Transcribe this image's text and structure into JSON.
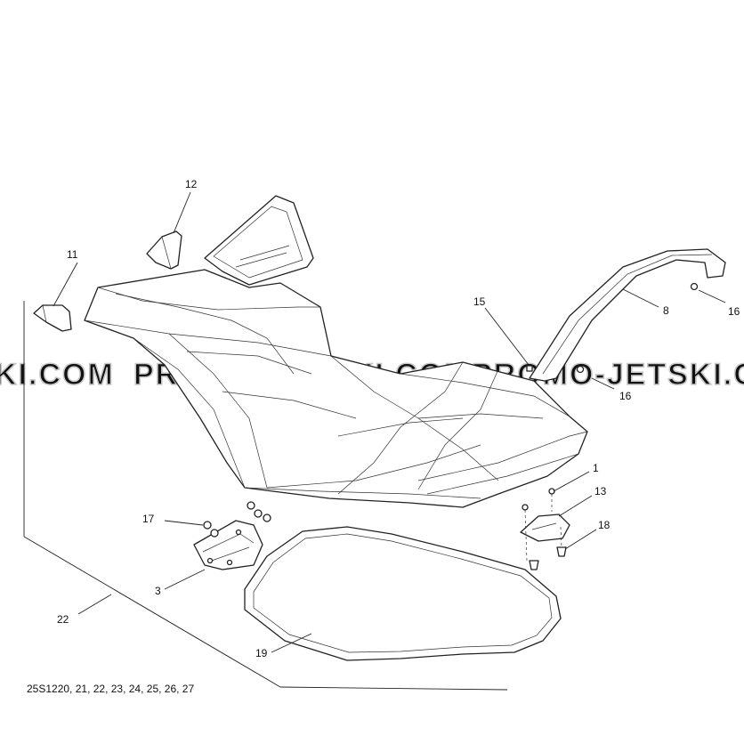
{
  "callouts": [
    {
      "id": "c1",
      "label": "1"
    },
    {
      "id": "c3",
      "label": "3"
    },
    {
      "id": "c8",
      "label": "8"
    },
    {
      "id": "c11",
      "label": "11"
    },
    {
      "id": "c12",
      "label": "12"
    },
    {
      "id": "c13",
      "label": "13"
    },
    {
      "id": "c15",
      "label": "15"
    },
    {
      "id": "c16a",
      "label": "16"
    },
    {
      "id": "c16b",
      "label": "16"
    },
    {
      "id": "c17",
      "label": "17"
    },
    {
      "id": "c18",
      "label": "18"
    },
    {
      "id": "c19",
      "label": "19"
    },
    {
      "id": "c22",
      "label": "22"
    }
  ],
  "watermark": {
    "left": "KI.COM",
    "middle": "PROMO-JETSKI.COM",
    "right": "PROMO-JETSKI.CO"
  },
  "caption": "25S1220, 21, 22, 23, 24, 25, 26, 27"
}
